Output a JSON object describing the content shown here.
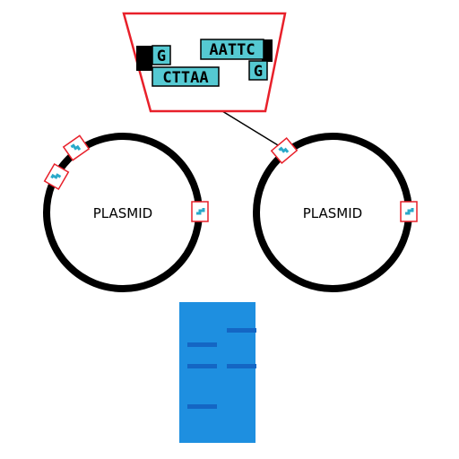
{
  "plasmids": [
    {
      "label": "PLASMID"
    },
    {
      "label": "PLASMID"
    }
  ],
  "zoom": {
    "top_left": "G",
    "top_right": "AATTC",
    "bottom_left": "CTTAA",
    "bottom_right": "G"
  },
  "gel": {
    "lanes": [
      {
        "bands": [
          "band-1",
          "band-2",
          "band-3"
        ]
      },
      {
        "bands": [
          "band-1",
          "band-2"
        ]
      }
    ]
  },
  "colors": {
    "plasmid_ring": "#000000",
    "site_box": "#e8202a",
    "dna_fill": "#55c9d2",
    "gel": "#1e8fe0",
    "gel_band": "#1466c4",
    "sticky_end": "#000000"
  }
}
